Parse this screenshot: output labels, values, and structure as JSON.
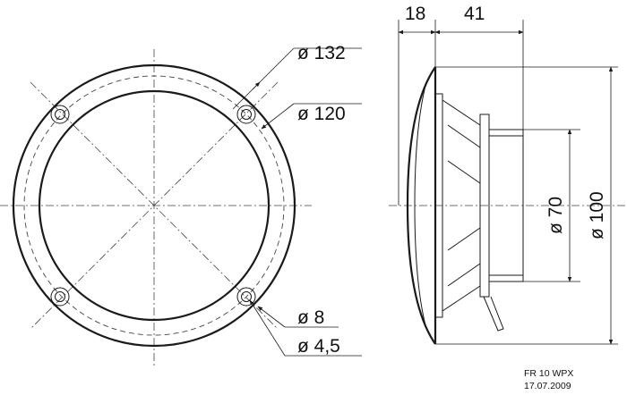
{
  "front_view": {
    "dims": {
      "outer": "ø 132",
      "mounting": "ø 120",
      "hole_outer": "ø 8",
      "hole_inner": "ø 4,5"
    }
  },
  "side_view": {
    "dims": {
      "depth_front": "18",
      "depth_rear": "41",
      "magnet": "ø 70",
      "cone": "ø 100"
    }
  },
  "footer": {
    "model": "FR 10 WPX",
    "date": "17.07.2009"
  }
}
